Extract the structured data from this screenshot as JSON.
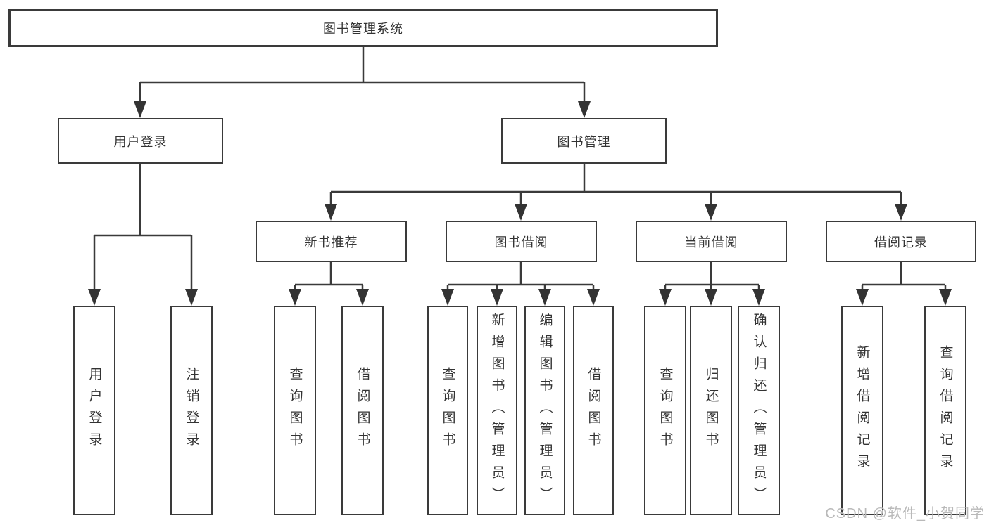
{
  "tree": {
    "root": {
      "label": "图书管理系统"
    },
    "branches": [
      {
        "label": "用户登录",
        "children": [
          {
            "label": "用户登录"
          },
          {
            "label": "注销登录"
          }
        ]
      },
      {
        "label": "图书管理",
        "groups": [
          {
            "label": "新书推荐",
            "children": [
              {
                "label": "查询图书"
              },
              {
                "label": "借阅图书"
              }
            ]
          },
          {
            "label": "图书借阅",
            "children": [
              {
                "label": "查询图书"
              },
              {
                "label": "新增图书（管理员）"
              },
              {
                "label": "编辑图书（管理员）"
              },
              {
                "label": "借阅图书"
              }
            ]
          },
          {
            "label": "当前借阅",
            "children": [
              {
                "label": "查询图书"
              },
              {
                "label": "归还图书"
              },
              {
                "label": "确认归还（管理员）"
              }
            ]
          },
          {
            "label": "借阅记录",
            "children": [
              {
                "label": "新增借阅记录"
              },
              {
                "label": "查询借阅记录"
              }
            ]
          }
        ]
      }
    ]
  },
  "watermark": {
    "text": "CSDN @软件_小贺同学"
  },
  "colors": {
    "line": "#3a3a3a",
    "text": "#333333",
    "watermark": "#b9b9b9",
    "background": "#ffffff"
  }
}
